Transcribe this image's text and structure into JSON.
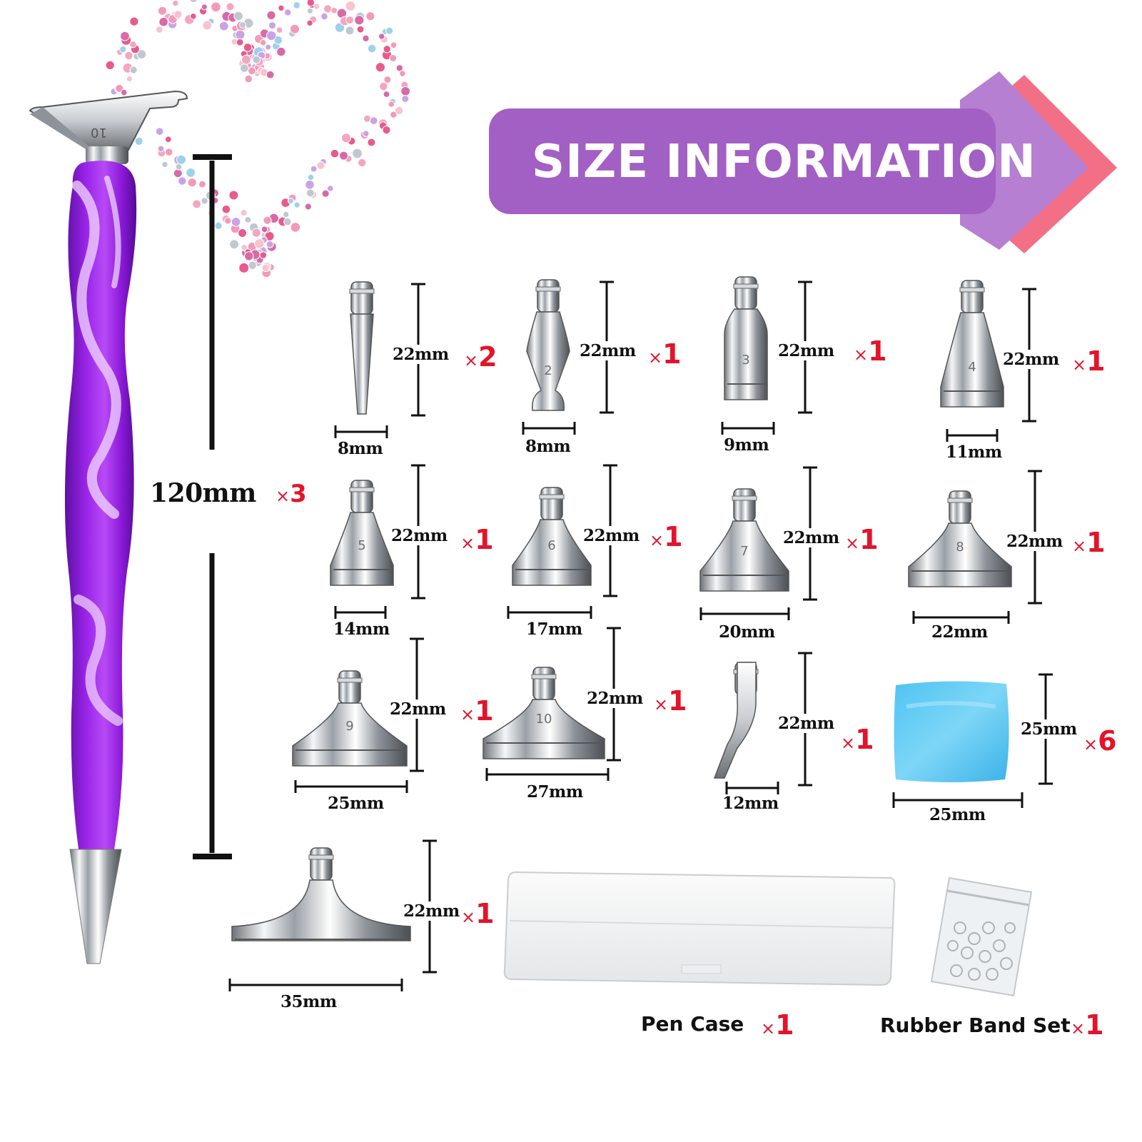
{
  "title": "SIZE INFORMATION",
  "colors": {
    "banner": "#a25fc4",
    "banner_back": "#f26f86",
    "accent_red": "#e3142a",
    "pen": "#8e1be0"
  },
  "pen": {
    "length_label": "120mm",
    "qty": "3",
    "tip_engraving": "10"
  },
  "tips": [
    {
      "num": "",
      "height": "22mm",
      "width": "8mm",
      "qty": "2"
    },
    {
      "num": "2",
      "height": "22mm",
      "width": "8mm",
      "qty": "1"
    },
    {
      "num": "3",
      "height": "22mm",
      "width": "9mm",
      "qty": "1"
    },
    {
      "num": "4",
      "height": "22mm",
      "width": "11mm",
      "qty": "1"
    },
    {
      "num": "5",
      "height": "22mm",
      "width": "14mm",
      "qty": "1"
    },
    {
      "num": "6",
      "height": "22mm",
      "width": "17mm",
      "qty": "1"
    },
    {
      "num": "7",
      "height": "22mm",
      "width": "20mm",
      "qty": "1"
    },
    {
      "num": "8",
      "height": "22mm",
      "width": "22mm",
      "qty": "1"
    },
    {
      "num": "9",
      "height": "22mm",
      "width": "25mm",
      "qty": "1"
    },
    {
      "num": "10",
      "height": "22mm",
      "width": "27mm",
      "qty": "1"
    },
    {
      "num": "",
      "height": "22mm",
      "width": "12mm",
      "qty": "1"
    },
    {
      "num": "",
      "height": "22mm",
      "width": "35mm",
      "qty": "1"
    }
  ],
  "wax": {
    "height": "25mm",
    "width": "25mm",
    "qty": "6"
  },
  "pen_case": {
    "label": "Pen Case",
    "qty": "1"
  },
  "rubber_band_set": {
    "label": "Rubber Band Set",
    "qty": "1"
  },
  "icons": [
    "heart-of-rhinestones",
    "diamond-painting-pen",
    "pen-tip",
    "angled-pen-tip",
    "wax-clay",
    "pen-case",
    "rubber-band-bag"
  ]
}
